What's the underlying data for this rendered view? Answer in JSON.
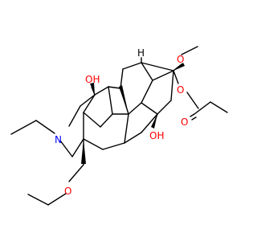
{
  "atom_labels": {
    "oh_top": "OH",
    "oh_bottom": "OH",
    "nitrogen": "N",
    "o_methoxy_right": "O",
    "o_ester": "O",
    "o_carbonyl": "O",
    "o_methoxymethyl": "O",
    "h_stereo": "H"
  },
  "colors": {
    "bond": "#000000",
    "oxygen": "#ff0000",
    "nitrogen": "#0000ff"
  }
}
